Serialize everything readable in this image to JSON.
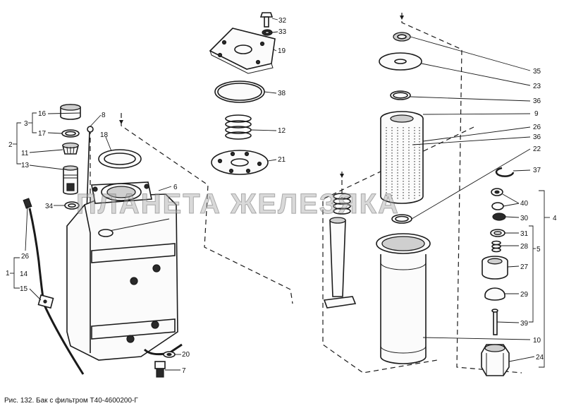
{
  "caption": "Рис. 132. Бак с фильтром Т40-4600200-Г",
  "watermark": "ПЛАНЕТА ЖЕЛЕЗЯКА",
  "callouts": {
    "c1": "1",
    "c2": "2",
    "c3": "3",
    "c4": "4",
    "c5": "5",
    "c6": "6",
    "c7": "7",
    "c8": "8",
    "c9": "9",
    "c10": "10",
    "c11": "11",
    "c12": "12",
    "c13": "13",
    "c14": "14",
    "c15": "15",
    "c16": "16",
    "c17": "17",
    "c18": "18",
    "c19": "19",
    "c20": "20",
    "c21": "21",
    "c22": "22",
    "c23": "23",
    "c24": "24",
    "c26": "26",
    "c26b": "26",
    "c27": "27",
    "c28": "28",
    "c29": "29",
    "c30": "30",
    "c31": "31",
    "c32": "32",
    "c33": "33",
    "c34": "34",
    "c35": "35",
    "c36": "36",
    "c36b": "36",
    "c37": "37",
    "c38": "38",
    "c39": "39",
    "c40": "40"
  }
}
